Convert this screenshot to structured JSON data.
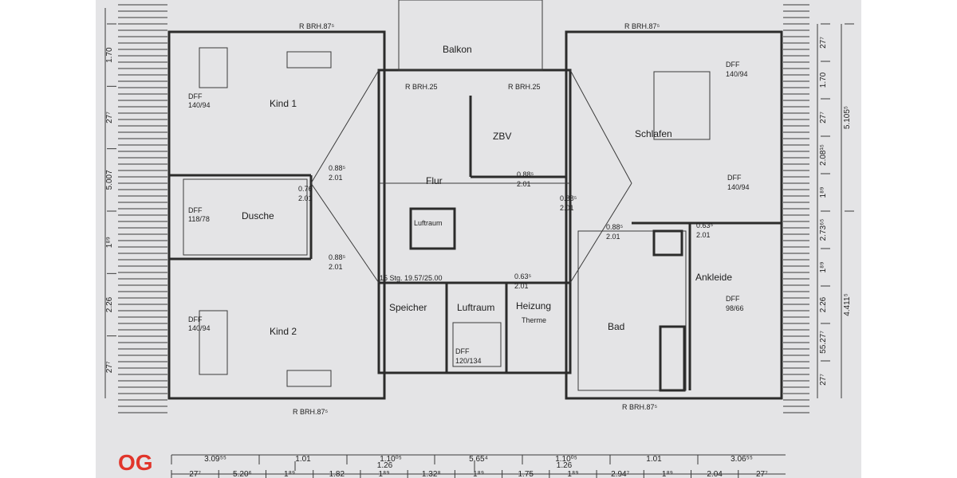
{
  "plan": {
    "rooms": {
      "balkon": "Balkon",
      "kind1": "Kind 1",
      "kind2": "Kind 2",
      "dusche": "Dusche",
      "flur": "Flur",
      "zbv": "ZBV",
      "schlafen": "Schlafen",
      "ankleide": "Ankleide",
      "bad": "Bad",
      "speicher": "Speicher",
      "luftraum_top": "Luftraum",
      "luftraum_bottom": "Luftraum",
      "heizung": "Heizung",
      "therme": "Therme"
    },
    "windows": {
      "rbrh_kind1": "R BRH.87⁵",
      "rbrh_kind2": "R BRH.87⁵",
      "rbrh_schlafen": "R BRH.87⁵",
      "rbrh_bad": "R BRH.87⁵",
      "rbrh_balkon_left": "R BRH.25",
      "rbrh_balkon_right": "R BRH.25",
      "dff_kind1": "DFF",
      "dff_kind1_size": "140/94",
      "dff_kind2": "DFF",
      "dff_kind2_size": "140/94",
      "dff_dusche": "DFF",
      "dff_dusche_size": "118/78",
      "dff_schlafen_top": "DFF",
      "dff_schlafen_top_size": "140/94",
      "dff_schlafen_mid": "DFF",
      "dff_schlafen_mid_size": "140/94",
      "dff_ankleide": "DFF",
      "dff_ankleide_size": "98/66",
      "dff_luftraum": "DFF",
      "dff_luftraum_size": "120/134"
    },
    "doors": {
      "d1_w": "0.88⁵",
      "d1_h": "2.01",
      "d2_w": "0.76",
      "d2_h": "2.01",
      "d3_w": "0.88⁵",
      "d3_h": "2.01",
      "d4_w": "0.88⁵",
      "d4_h": "2.01",
      "d5_w": "0.88⁵",
      "d5_h": "2.01",
      "d6_w": "0.88⁵",
      "d6_h": "2.01",
      "d7_w": "0.63⁵",
      "d7_h": "2.01",
      "d8_w": "0.63⁵",
      "d8_h": "2.01"
    },
    "stairs": "15 Stg. 19.57/25.00",
    "badge": "OG"
  },
  "dimensions": {
    "left": [
      "1.70",
      "27⁷",
      "5.007",
      "1⁸⁹",
      "2.26",
      "27⁷"
    ],
    "right_inner": [
      "27⁷",
      "1.70",
      "27⁷",
      "2.08¹⁵",
      "1⁸⁹",
      "2.73⁶⁵",
      "1⁸⁹",
      "2.26",
      "55.27⁷",
      "27⁷"
    ],
    "right_outer": [
      "5.105⁵",
      "4.411⁵"
    ],
    "bottom_row1": [
      "3.09⁵⁵",
      "1.01",
      "1.10⁰⁵",
      "5.65⁴",
      "1.10⁰⁵",
      "1.01",
      "3.06⁵⁵"
    ],
    "bottom_row2": [
      "1.26",
      "1.26"
    ],
    "bottom_row3": [
      "27⁷",
      "5.20⁶",
      "1⁸⁹",
      "1.82",
      "1⁸⁹",
      "1.32⁸",
      "1⁸⁹",
      "1.75",
      "1⁸⁹",
      "2.94⁷",
      "1⁸⁹",
      "2.04",
      "27⁷"
    ]
  }
}
